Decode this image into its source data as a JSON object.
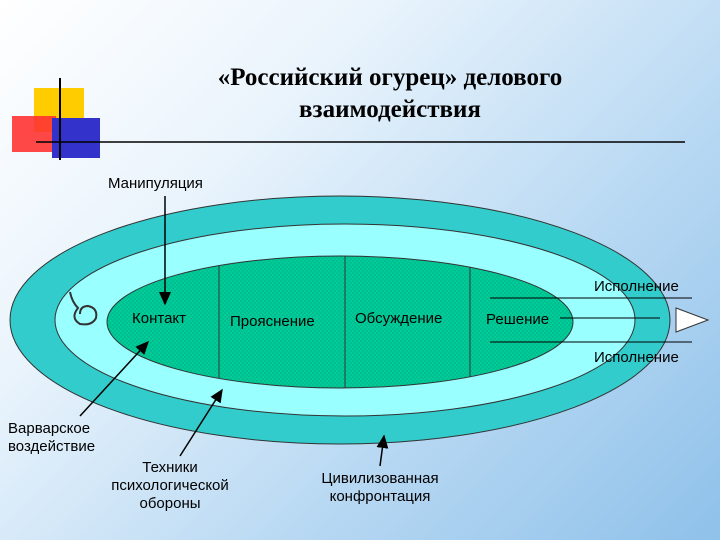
{
  "title": "«Российский огурец» делового взаимодействия",
  "labels": {
    "manipulation": "Манипуляция",
    "contact": "Контакт",
    "clarification": "Прояснение",
    "discussion": "Обсуждение",
    "decision": "Решение",
    "execution_top": "Исполнение",
    "execution_bottom": "Исполнение",
    "barbaric": "Варварское воздействие",
    "psych_defense": "Техники психологической обороны",
    "civilized": "Цивилизованная конфронтация"
  },
  "colors": {
    "outer_ring": "#33cccc",
    "middle_ring": "#99ffff",
    "core": "#00cc99",
    "decor_yellow": "#ffcc00",
    "decor_red": "#ff3333",
    "decor_blue": "#3333cc"
  }
}
